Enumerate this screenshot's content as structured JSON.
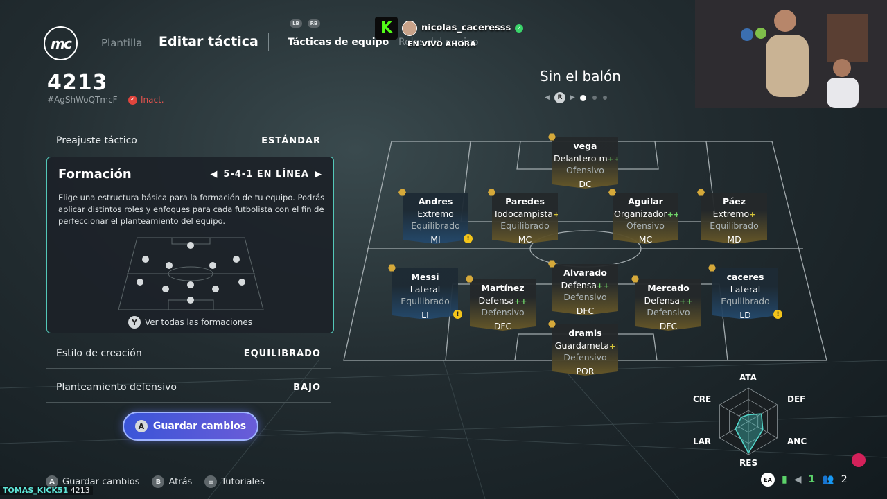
{
  "header": {
    "logo": "mc",
    "nav_plantilla": "Plantilla",
    "nav_editar": "Editar táctica",
    "nav_tacticas": "Tácticas de equipo",
    "nav_roles": "Roles del equipo",
    "lb": "LB",
    "rb": "RB"
  },
  "tactic": {
    "name": "4213",
    "code": "#AgShWoQTmcF",
    "status": "Inact."
  },
  "settings": {
    "preset_label": "Preajuste táctico",
    "preset_value": "ESTÁNDAR",
    "build_label": "Estilo de creación",
    "build_value": "EQUILIBRADO",
    "def_label": "Planteamiento defensivo",
    "def_value": "BAJO"
  },
  "formation": {
    "title": "Formación",
    "value": "5-4-1 EN LÍNEA",
    "description": "Elige una estructura básica para la formación de tu equipo. Podrás aplicar distintos roles y enfoques para cada futbolista con el fin de perfeccionar el planteamiento del equipo.",
    "link_button": "Y",
    "link_label": "Ver todas las formaciones"
  },
  "save": {
    "button": "A",
    "label": "Guardar cambios"
  },
  "footer": {
    "a_btn": "A",
    "a_label": "Guardar cambios",
    "b_btn": "B",
    "b_label": "Atrás",
    "menu_btn": "≡",
    "menu_label": "Tutoriales"
  },
  "watermark": {
    "user": "TOMAS_KICK51",
    "num": "4213"
  },
  "view": {
    "title": "Sin el balón",
    "r_btn": "R",
    "pages": 3,
    "current_page": 0
  },
  "players": [
    {
      "id": "st",
      "name": "vega",
      "role": "Delantero m",
      "plus": "++",
      "plus_color": "green",
      "focus": "Ofensivo",
      "pos": "DC",
      "color": "gold",
      "warn": false
    },
    {
      "id": "lm",
      "name": "Andres",
      "role": "Extremo",
      "plus": "",
      "plus_color": "",
      "focus": "Equilibrado",
      "pos": "MI",
      "color": "blue",
      "warn": true
    },
    {
      "id": "lcm",
      "name": "Paredes",
      "role": "Todocampista",
      "plus": "+",
      "plus_color": "gold",
      "focus": "Equilibrado",
      "pos": "MC",
      "color": "gold",
      "warn": false
    },
    {
      "id": "rcm",
      "name": "Aguilar",
      "role": "Organizador",
      "plus": "++",
      "plus_color": "green",
      "focus": "Ofensivo",
      "pos": "MC",
      "color": "gold",
      "warn": false
    },
    {
      "id": "rm",
      "name": "Páez",
      "role": "Extremo",
      "plus": "+",
      "plus_color": "gold",
      "focus": "Equilibrado",
      "pos": "MD",
      "color": "gold",
      "warn": false
    },
    {
      "id": "lwb",
      "name": "Messi",
      "role": "Lateral",
      "plus": "",
      "plus_color": "",
      "focus": "Equilibrado",
      "pos": "LI",
      "color": "blue",
      "warn": true
    },
    {
      "id": "lcb",
      "name": "Martínez",
      "role": "Defensa",
      "plus": "++",
      "plus_color": "green",
      "focus": "Defensivo",
      "pos": "DFC",
      "color": "gold",
      "warn": false
    },
    {
      "id": "cb",
      "name": "Alvarado",
      "role": "Defensa",
      "plus": "++",
      "plus_color": "green",
      "focus": "Defensivo",
      "pos": "DFC",
      "color": "gold",
      "warn": false
    },
    {
      "id": "rcb",
      "name": "Mercado",
      "role": "Defensa",
      "plus": "++",
      "plus_color": "green",
      "focus": "Defensivo",
      "pos": "DFC",
      "color": "gold",
      "warn": false
    },
    {
      "id": "rwb",
      "name": "caceres",
      "role": "Lateral",
      "plus": "",
      "plus_color": "",
      "focus": "Equilibrado",
      "pos": "LD",
      "color": "blue",
      "warn": true
    },
    {
      "id": "gk",
      "name": "dramis",
      "role": "Guardameta",
      "plus": "+",
      "plus_color": "gold",
      "focus": "Defensivo",
      "pos": "POR",
      "color": "gold",
      "warn": false
    }
  ],
  "radar": {
    "labels": {
      "ata": "ATA",
      "def": "DEF",
      "anc": "ANC",
      "res": "RES",
      "lar": "LAR",
      "cre": "CRE"
    },
    "values": {
      "ATA": 0.2,
      "DEF": 0.45,
      "ANC": 0.5,
      "RES": 0.95,
      "LAR": 0.45,
      "CRE": 0.25
    }
  },
  "system": {
    "ea": "EA",
    "count1": "1",
    "count2": "2"
  },
  "stream": {
    "name": "nicolas_caceresss",
    "live": "EN VIVO AHORA"
  }
}
